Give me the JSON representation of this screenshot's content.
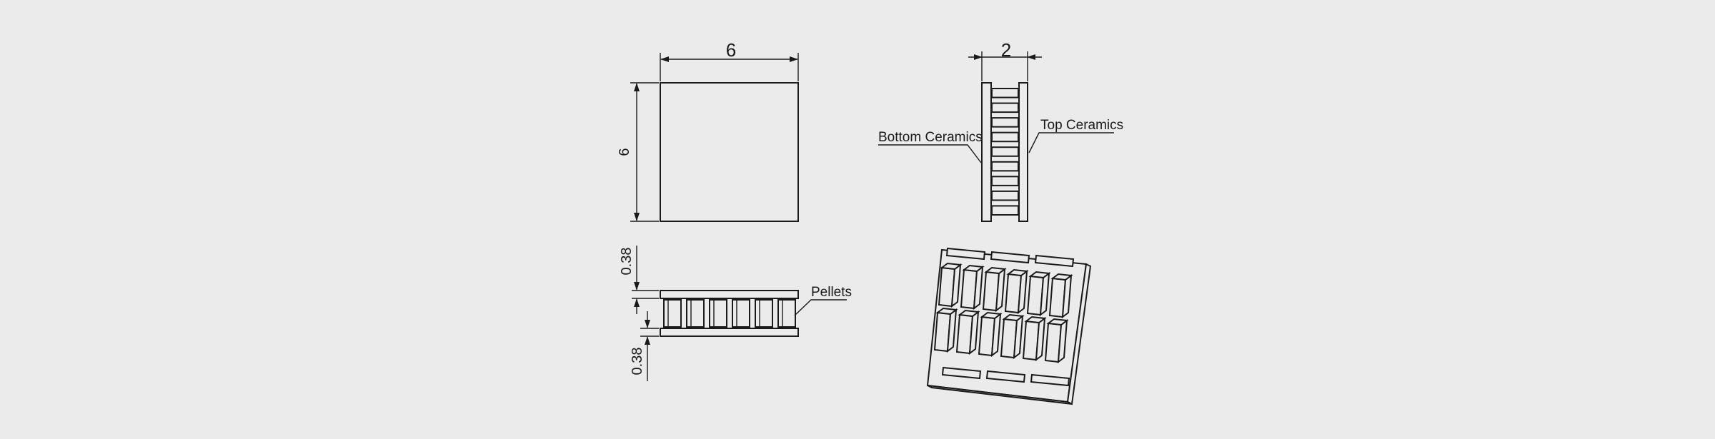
{
  "front_view": {
    "width_dim": "6",
    "height_dim": "6"
  },
  "side_view": {
    "thickness_dim": "2",
    "label_bottom": "Bottom Ceramics",
    "label_top": "Top Ceramics"
  },
  "section_view": {
    "top_ceramic_dim": "0.38",
    "bottom_ceramic_dim": "0.38",
    "label_pellets": "Pellets"
  },
  "iso_view": {}
}
